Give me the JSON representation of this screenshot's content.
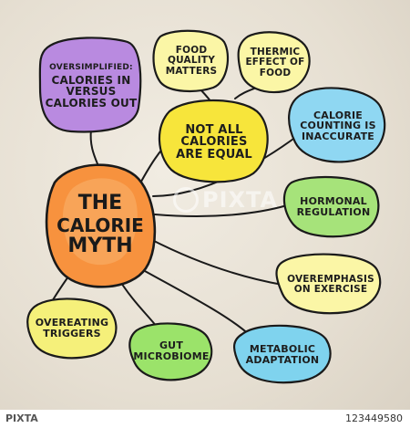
{
  "diagram": {
    "center": {
      "line1": "The",
      "line2": "Calorie",
      "line3": "Myth"
    },
    "nodes": {
      "oversimplified": {
        "line1": "Oversimplified:",
        "line2": "calories in",
        "line3": "versus",
        "line4": "calories out"
      },
      "food_quality": {
        "line1": "Food",
        "line2": "quality",
        "line3": "matters"
      },
      "thermic": {
        "line1": "Thermic",
        "line2": "effect of",
        "line3": "food"
      },
      "not_all": {
        "line1": "Not all",
        "line2": "calories",
        "line3": "are equal"
      },
      "counting": {
        "line1": "Calorie",
        "line2": "counting is",
        "line3": "inaccurate"
      },
      "hormonal": {
        "line1": "Hormonal",
        "line2": "regulation"
      },
      "exercise": {
        "line1": "Overemphasis",
        "line2": "on exercise"
      },
      "metabolic": {
        "line1": "Metabolic",
        "line2": "adaptation"
      },
      "microbiome": {
        "line1": "Gut",
        "line2": "microbiome"
      },
      "overeating": {
        "line1": "Overeating",
        "line2": "triggers"
      }
    },
    "colors": {
      "center": "#f7923e",
      "oversimplified": "#b98ae0",
      "food_quality": "#fbf6a6",
      "thermic": "#fbf6a6",
      "not_all": "#f7e53b",
      "counting": "#8fd7f2",
      "hormonal": "#a6e37a",
      "exercise": "#fbf6a6",
      "metabolic": "#7fd3ee",
      "microbiome": "#9be36a",
      "overeating": "#f5f07a"
    }
  },
  "watermark": {
    "text": "PIXTA"
  },
  "footer": {
    "brand": "PIXTA",
    "image_number": "123449580"
  }
}
